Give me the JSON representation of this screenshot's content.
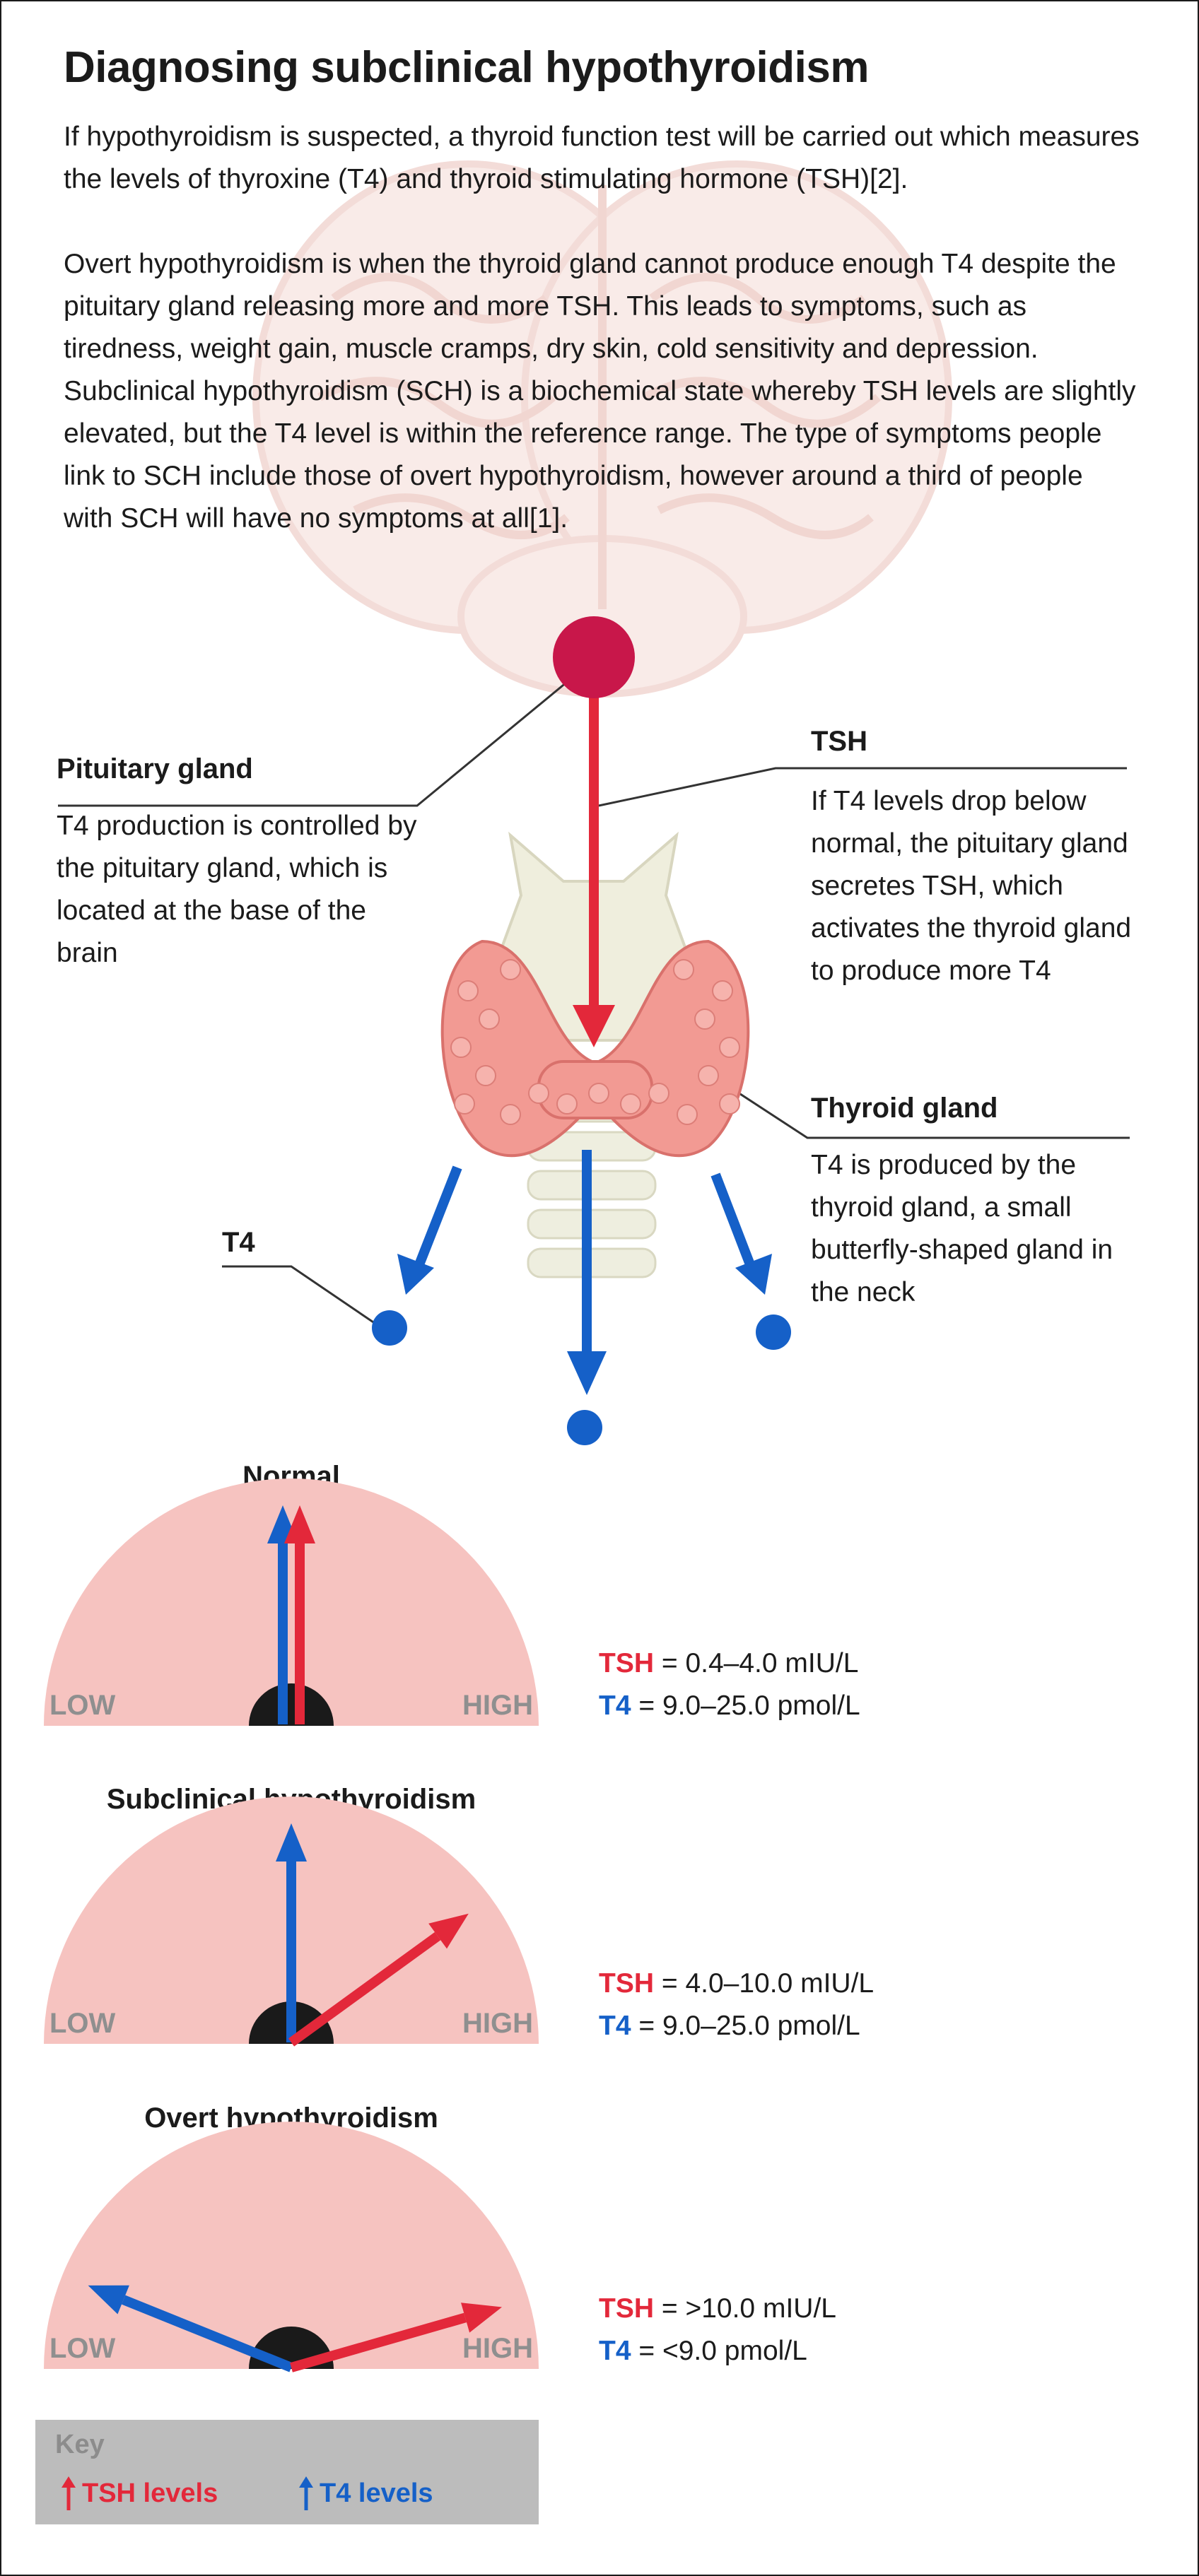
{
  "header": {
    "title": "Diagnosing subclinical hypothyroidism",
    "intro": "If hypothyroidism is suspected, a thyroid function test will be carried out which measures the levels of thyroxine (T4) and thyroid stimulating hormone (TSH)[2].",
    "overview": "Overt hypothyroidism is when the thyroid gland cannot produce enough T4 despite the pituitary gland releasing more and more TSH. This leads to symptoms, such as tiredness, weight gain, muscle cramps, dry skin, cold sensitivity and depression. Subclinical hypothyroidism (SCH) is a biochemical state whereby TSH levels are slightly elevated, but the T4 level is within the reference range. The type of symptoms people link to SCH include those of overt hypothyroidism, however around a third of people with SCH will have no symptoms at all[1]."
  },
  "diagram": {
    "pituitary": {
      "title": "Pituitary gland",
      "text": "T4 production is controlled by the pituitary gland, which is located at the base of the brain"
    },
    "tsh": {
      "title": "TSH",
      "text": "If T4 levels drop below normal, the pituitary gland secretes TSH, which activates the thyroid gland to produce more T4"
    },
    "thyroid": {
      "title": "Thyroid gland",
      "text": "T4 is produced by the thyroid gland, a small butterfly-shaped gland in the neck"
    },
    "t4_label": "T4"
  },
  "gauges": [
    {
      "label": "Normal",
      "tsh_needle_deg": 90,
      "t4_needle_deg": 90,
      "low": "LOW",
      "high": "HIGH",
      "tsh_name": "TSH",
      "tsh_range": " = 0.4–4.0 mIU/L",
      "t4_name": "T4",
      "t4_range": " = 9.0–25.0 pmol/L"
    },
    {
      "label": "Subclinical hypothyroidism",
      "tsh_needle_deg": 36,
      "t4_needle_deg": 90,
      "low": "LOW",
      "high": "HIGH",
      "tsh_name": "TSH",
      "tsh_range": " = 4.0–10.0 mIU/L",
      "t4_name": "T4",
      "t4_range": " = 9.0–25.0 pmol/L"
    },
    {
      "label": "Overt hypothyroidism",
      "tsh_needle_deg": 16,
      "t4_needle_deg": 158,
      "low": "LOW",
      "high": "HIGH",
      "tsh_name": "TSH",
      "tsh_range": " = >10.0 mIU/L",
      "t4_name": "T4",
      "t4_range": " = <9.0  pmol/L"
    }
  ],
  "key": {
    "title": "Key",
    "tsh_label": "TSH levels",
    "t4_label": "T4 levels"
  },
  "colors": {
    "tsh": "#e3283a",
    "t4": "#1560c8",
    "pituitary": "#c8174a",
    "gauge_fill": "#f6c3c0",
    "gauge_text": "#8f8f8f",
    "key_bg": "#bcbcbc"
  }
}
